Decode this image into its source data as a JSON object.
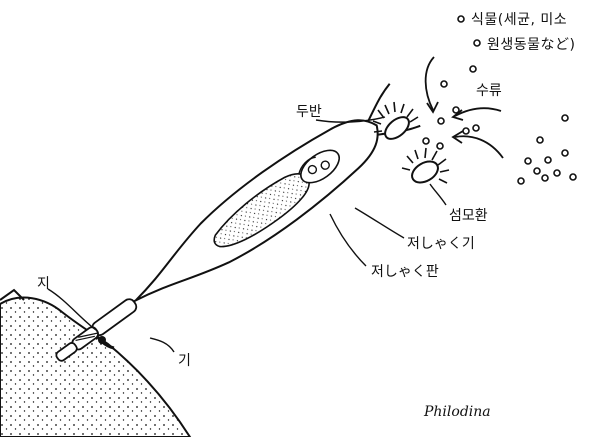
{
  "labels": {
    "food_line1": "식물(세균, 미소",
    "food_line2": "원생동물など)",
    "water_current": "수류",
    "head_disc": "두반",
    "trochal_disc": "섬모환",
    "mastax": "저しゃく기",
    "mastax_plate": "저しゃく판",
    "toe": "지",
    "foot": "기",
    "species": "Philodina"
  },
  "colors": {
    "ink": "#111111",
    "paper": "#ffffff"
  }
}
